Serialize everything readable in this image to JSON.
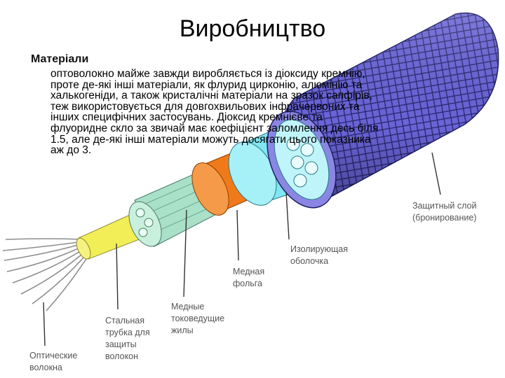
{
  "slide": {
    "title": "Виробництво",
    "section_heading": "Матеріали",
    "body": "оптоволокно майже завжди виробляється із діоксиду кремнію,\nпроте де-які інші матеріали, як флурид цирконію, алюмінію та\nхалькогеніди, а також кристалічні матеріали на зразок сапфірів,\nтеж використовується для довгохвильових інфрачервоних та\nінших специфічних застосувань. Діоксид кремнієве та\nфлуоридне скло за звичай має коефіцієнт заломлення десь біля\n1.5, але де-які інші матеріали можуть досягати цього показника\nаж до 3."
  },
  "diagram": {
    "labels": {
      "armor": "Защитный слой\n(бронирование)",
      "insulation": "Изолирующая\nоболочка",
      "copper_foil": "Медная\nфольга",
      "copper_wires": "Медные\nтоковедущие\nжилы",
      "steel_tube": "Стальная\nтрубка для\nзащиты\nволокон",
      "optical_fibers": "Оптические\nволокна"
    },
    "colors": {
      "armor": "#6a64d8",
      "insulation_tube": "#7fe6f2",
      "copper_foil": "#f07a1a",
      "copper_wires": "#a8e0c8",
      "steel_tube": "#f2ee58",
      "fibers": "#9a9a9a"
    }
  }
}
